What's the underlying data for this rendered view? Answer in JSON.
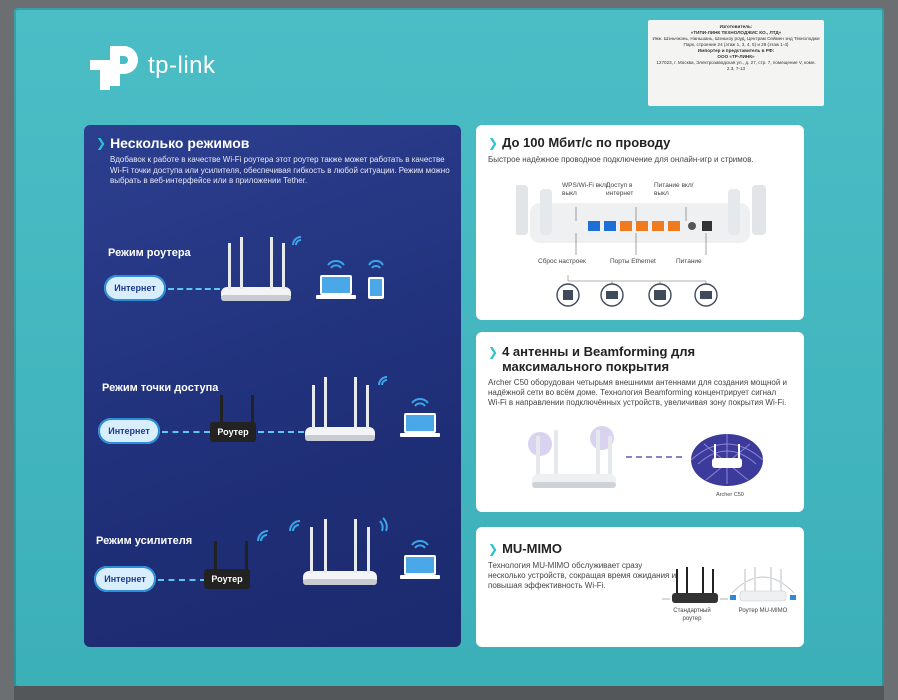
{
  "brand": {
    "logo_text": "tp-link",
    "colors": {
      "box": "#3fb9c2",
      "navy_panel": "#1f2f78",
      "accent": "#28c4d2",
      "white": "#ffffff"
    }
  },
  "sticker": {
    "line1": "Изготовитель:",
    "line2": "«ТИПИ-ЛИНК ТЕХНОЛОДЖИС КО., ЛТД»",
    "line3": "Инж. Шэньчжэнь, Наньшань, Шэнькоу роуд, Центрам Сеймен энд Текнолоджи Парк, строение 24 (этаж 1, 3, 4, 5) и 28 (этаж 1-4)",
    "line4": "Импортер и представитель в РФ:",
    "line5": "ООО «ТР-ЛИНК»",
    "line6": "127023, г. Москва, Электрозаводская ул., д. 27, стр. 7, помещение V, комн. 2.3, 7-13"
  },
  "left": {
    "title": "Несколько режимов",
    "description": "Вдобавок к работе в качестве Wi-Fi роутера этот роутер также может работать в качестве Wi-Fi точки доступа или усилителя, обеспечивая гибкость в любой ситуации. Режим можно выбрать в веб-интерфейсе или в приложении Tether.",
    "modes": [
      {
        "title": "Режим роутера",
        "cloud": "Интернет"
      },
      {
        "title": "Режим точки доступа",
        "cloud": "Интернет",
        "box": "Роутер"
      },
      {
        "title": "Режим усилителя",
        "cloud": "Интернет",
        "box": "Роутер"
      }
    ]
  },
  "panel1": {
    "title": "До 100 Мбит/с по проводу",
    "description": "Быстрое надёжное проводное подключение для онлайн-игр и стримов.",
    "labels": {
      "wps": "WPS/Wi-Fi вкл/выкл",
      "access": "Доступ в интернет",
      "power_top": "Питание вкл/выкл",
      "reset": "Сброс настроек",
      "ports": "Порты Ethernet",
      "power": "Питание"
    }
  },
  "panel2": {
    "title_line1": "4 антенны и Beamforming для",
    "title_line2": "максимального покрытия",
    "description": "Archer C50 оборудован четырьмя внешними антеннами для создания мощной и надёжной сети во всём доме. Технология Beamforming концентрирует сигнал Wi-Fi в направлении подключённых устройств, увеличивая зону покрытия Wi-Fi.",
    "device_label": "Archer C50"
  },
  "panel3": {
    "title": "MU-MIMO",
    "description": "Технология MU-MIMO обслуживает сразу несколько устройств, сокращая время ожидания и повышая эффективность Wi-Fi.",
    "label_standard": "Стандартный роутер",
    "label_mumimo": "Роутер MU-MIMO"
  }
}
